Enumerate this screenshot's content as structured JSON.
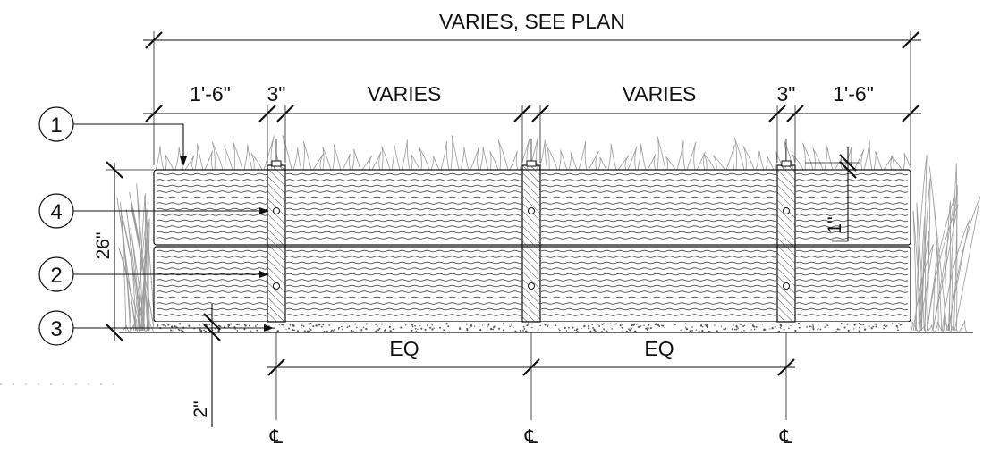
{
  "dimensions": {
    "overall": "VARIES, SEE PLAN",
    "end_left": "1'-6\"",
    "post_left": "3\"",
    "span_left": "VARIES",
    "span_right": "VARIES",
    "post_right": "3\"",
    "end_right": "1'-6\"",
    "height": "26\"",
    "board_gap": "1\"",
    "clearance": "2\"",
    "eq_left": "EQ",
    "eq_right": "EQ"
  },
  "callouts": [
    "1",
    "4",
    "2",
    "3"
  ],
  "centerline_symbol": "℄",
  "colors": {
    "ink": "#111111",
    "grass": "#9a9a9a",
    "hatch": "#333333"
  }
}
